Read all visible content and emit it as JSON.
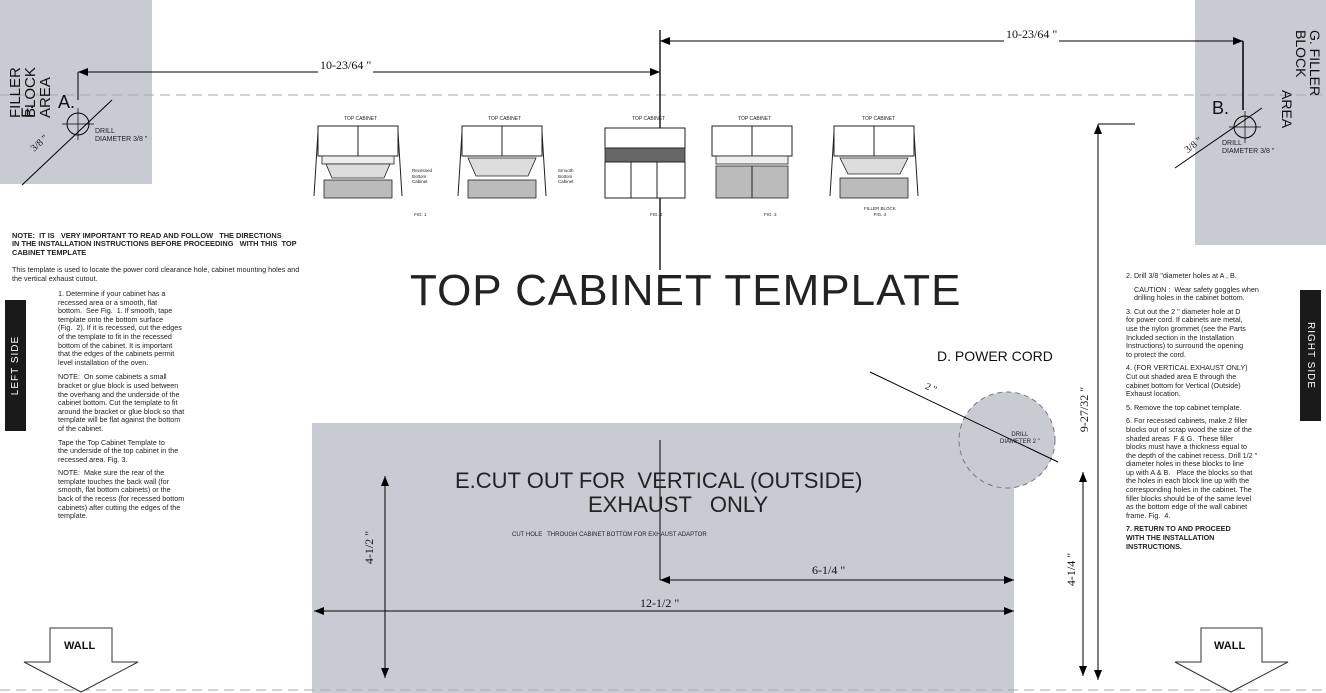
{
  "title": "TOP CABINET TEMPLATE",
  "filler_left": {
    "letter": "F.",
    "lines": [
      "FILLER",
      "BLOCK",
      "AREA"
    ],
    "hole": "A.",
    "drill": "DRILL\nDIAMETER 3/8 \"",
    "dia": "3/8 \""
  },
  "filler_right": {
    "letter": "G.",
    "lines": [
      "FILLER BLOCK",
      "AREA"
    ],
    "hole": "B.",
    "drill": "DRILL\nDIAMETER 3/8 \"",
    "dia": "3/8 \""
  },
  "dims": {
    "top_left": "10-23/64 \"",
    "top_right": "10-23/64 \"",
    "right_vertical": "9-27/32 \"",
    "cutout_height_left": "4-1/2 \"",
    "cutout_height_right": "4-1/4 \"",
    "cutout_half_width": "6-1/4 \"",
    "cutout_width": "12-1/2 \""
  },
  "power_cord": {
    "label": "D. POWER CORD",
    "dia": "2 \"",
    "drill": "DRILL\nDIAMETER 2 \""
  },
  "cutout": {
    "title_line1": "E.CUT OUT FOR  VERTICAL (OUTSIDE)",
    "title_line2": "EXHAUST   ONLY",
    "note": "CUT HOLE   THROUGH CABINET BOTTOM FOR EXHAUST ADAPTOR"
  },
  "side_left": "LEFT SIDE",
  "side_right": "RIGHT SIDE",
  "wall_left": "WALL",
  "wall_right": "WALL",
  "figures": [
    {
      "header": "TOP CABINET",
      "caption": "FIG. 1",
      "callout": "Recessed\nBottom\nCabinet"
    },
    {
      "header": "TOP CABINET",
      "caption": "",
      "callout": "Smooth\nBottom\nCabinet"
    },
    {
      "header": "TOP CABINET",
      "caption": "FIG. 2",
      "callout": ""
    },
    {
      "header": "TOP CABINET",
      "caption": "FIG. 3",
      "callout": ""
    },
    {
      "header": "TOP CABINET",
      "caption": "FILLER BLOCK\nFIG. 4",
      "callout": ""
    }
  ],
  "note_heading": "NOTE:  IT IS   VERY IMPORTANT TO READ AND FOLLOW   THE DIRECTIONS\nIN THE INSTALLATION INSTRUCTIONS BEFORE PROCEEDING   WITH THIS  TOP\nCABINET TEMPLATE",
  "note_intro": "This template is used to locate the power cord clearance hole, cabinet mounting holes and\nthe vertical exhaust cutout.",
  "left_steps": [
    "1. Determine if your cabinet has a\nrecessed area or a smooth, flat\nbottom.  See Fig.  1. If smooth, tape\ntemplate onto the bottom surface\n(Fig.  2). If it is recessed, cut the edges\nof the template to fit in the recessed\nbottom of the cabinet. It is important\nthat the edges of the cabinets permit\nlevel installation of the oven.",
    "NOTE:  On some cabinets a small\nbracket or glue block is used between\nthe overhang and the underside of the\ncabinet bottom. Cut the template to fit\naround the bracket or glue block so that\ntemplate will be flat against the bottom\nof the cabinet.",
    "Tape the Top Cabinet Template to\nthe underside of the top cabinet in the\nrecessed area. Fig. 3.",
    "NOTE:  Make sure the rear of the\ntemplate touches the back wall (for\nsmooth, flat bottom cabinets) or the\nback of the recess (for recessed bottom\ncabinets) after cutting the edges of the\ntemplate."
  ],
  "right_steps": [
    "2. Drill 3/8 \"diameter holes at A , B.",
    "CAUTION :  Wear safety goggles when\ndrilling holes in the cabinet bottom.",
    "3. Cut out the 2 \" diameter hole at D\nfor power cord. If cabinets are metal,\nuse the nylon grommet (see the Parts\nIncluded section in the Installation\nInstructions) to surround the opening\nto protect the cord.",
    "4. (FOR VERTICAL EXHAUST ONLY)\nCut out shaded area E through the\ncabinet bottom for Vertical (Outside)\nExhaust location.",
    "5. Remove the top cabinet template.",
    "6. For recessed cabinets, make 2 filler\nblocks out of scrap wood the size of the\nshaded areas  F & G.  These filler\nblocks must have a thickness equal to\nthe depth of the cabinet recess. Drill 1/2 \"\ndiameter holes in these blocks to line\nup with A & B.   Place the blocks so that\nthe holes in each block line up with the\ncorresponding holes in the cabinet. The\nfiller blocks should be of the same level\nas the bottom edge of the wall cabinet\nframe. Fig.  4.",
    "7. RETURN TO AND PROCEED\nWITH THE INSTALLATION\nINSTRUCTIONS."
  ],
  "colors": {
    "shade": "#c8cbd2",
    "ink": "#111111",
    "tab": "#1a1a1a"
  }
}
